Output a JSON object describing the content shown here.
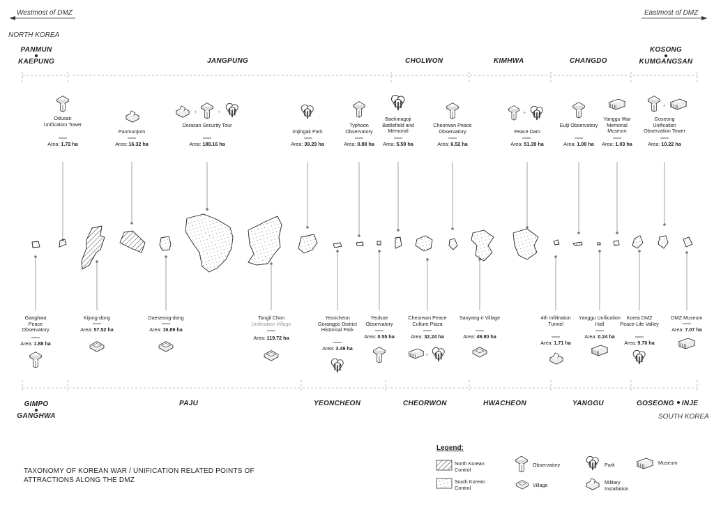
{
  "header": {
    "westmost": "Westmost of DMZ",
    "eastmost": "Eastmost of DMZ",
    "north_korea": "NORTH KOREA",
    "south_korea": "SOUTH KOREA"
  },
  "north_regions": {
    "panmun": "PANMUN",
    "kaepung": "KAEPUNG",
    "jangpung": "JANGPUNG",
    "cholwon": "CHOLWON",
    "kimhwa": "KIMHWA",
    "changdo": "CHANGDO",
    "kosong": "KOSONG",
    "kumgangsan": "KUMGANGSAN"
  },
  "south_regions": {
    "gimpo": "GIMPO",
    "ganghwa": "GANGHWA",
    "paju": "PAJU",
    "yeoncheon": "YEONCHEON",
    "cheorwon": "CHEORWON",
    "hwacheon": "HWACHEON",
    "yanggu": "YANGGU",
    "goseong": "GOSEONG",
    "inje": "INJE"
  },
  "area_prefix": "Area: ",
  "top_sites": [
    {
      "name": "Odusan Unification Tower",
      "area": "1.72 ha"
    },
    {
      "name": "Panmunjom",
      "area": "16.32 ha"
    },
    {
      "name": "Dorasan Security Tour",
      "area": "188.16 ha"
    },
    {
      "name": "Imjingak Park",
      "area": "39.29 ha"
    },
    {
      "name": "Typhoon Observatory",
      "area": "0.88 ha"
    },
    {
      "name": "Baekmagoji Battlefield and Memorial",
      "area": "5.59 ha"
    },
    {
      "name": "Cheorwon Peace Observatory",
      "area": "6.52 ha"
    },
    {
      "name": "Peace Dam",
      "area": "51.39 ha"
    },
    {
      "name": "Eulji Observatory",
      "area": "1.08 ha"
    },
    {
      "name": "Yanggu War Memorial Museum",
      "area": "1.03 ha"
    },
    {
      "name": "Goseong Unification Observation Tower",
      "area": "10.22 ha"
    }
  ],
  "bottom_sites": [
    {
      "name": "Ganghwa Peace Observatory",
      "sub": "",
      "area": "1.88 ha"
    },
    {
      "name": "Kijong-dong",
      "sub": "",
      "area": "57.52 ha"
    },
    {
      "name": "Daeseong-dong",
      "sub": "",
      "area": "16.89 ha"
    },
    {
      "name": "Tongil Chon",
      "sub": "Unification Village",
      "area": "119.72 ha"
    },
    {
      "name": "Yeoncheon Gorangpo District Historical Park",
      "sub": "",
      "area": "3.49 ha"
    },
    {
      "name": "Yeolsoe Observatory",
      "sub": "",
      "area": "0.55 ha"
    },
    {
      "name": "Cheorwon Peace Culture Plaza",
      "sub": "",
      "area": "32.24 ha"
    },
    {
      "name": "Sanyang-ri Village",
      "sub": "",
      "area": "49.80 ha"
    },
    {
      "name": "4th Infiltration Tunnel",
      "sub": "",
      "area": "1.71 ha"
    },
    {
      "name": "Yanggu Unification Hall",
      "sub": "",
      "area": "0.24 ha"
    },
    {
      "name": "Korea DMZ Peace-Life Valley",
      "sub": "",
      "area": "9.70 ha"
    },
    {
      "name": "DMZ Museum",
      "sub": "",
      "area": "7.07 ha"
    }
  ],
  "title": "TAXONOMY OF KOREAN WAR / UNIFICATION RELATED POINTS OF ATTRACTIONS ALONG THE DMZ",
  "legend": {
    "heading": "Legend:",
    "north_control": "North Korean Control",
    "south_control": "South Korean Control",
    "observatory": "Observatory",
    "village": "Village",
    "park": "Park",
    "military": "Military Installation",
    "museum": "Museum"
  }
}
